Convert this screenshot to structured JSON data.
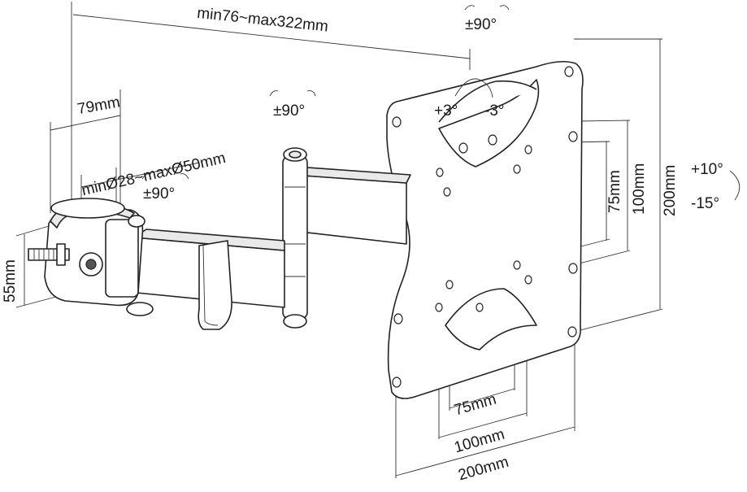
{
  "diagram": {
    "dimensions": {
      "arm_extension": "min76~max322mm",
      "clamp_offset": "79mm",
      "pole_diameter": "minØ28~maxØ50mm",
      "clamp_height": "55mm",
      "vesa_h_75": "75mm",
      "vesa_h_100": "100mm",
      "vesa_h_200": "200mm",
      "vesa_v_75": "75mm",
      "vesa_v_100": "100mm",
      "vesa_v_200": "200mm"
    },
    "rotations": {
      "swivel_top": "±90°",
      "swivel_middle": "±90°",
      "swivel_clamp": "±90°",
      "level_plus": "+3°",
      "level_minus": "-3°",
      "tilt_up": "+10°",
      "tilt_down": "-15°"
    }
  }
}
